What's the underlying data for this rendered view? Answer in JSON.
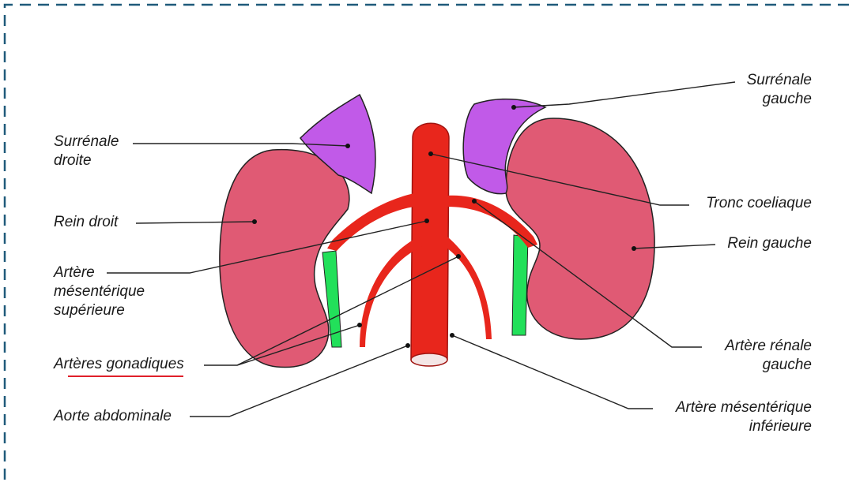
{
  "labels": {
    "surrenale_droite": [
      "Surrénale",
      "droite"
    ],
    "rein_droit": "Rein droit",
    "artere_mesenterique_superieure": [
      "Artère",
      "mésentérique",
      "supérieure"
    ],
    "arteres_gonadiques": "Artères gonadiques",
    "aorte_abdominale": "Aorte abdominale",
    "surrenale_gauche": [
      "Surrénale",
      "gauche"
    ],
    "tronc_coeliaque": "Tronc coeliaque",
    "rein_gauche": "Rein gauche",
    "artere_renale_gauche": [
      "Artère rénale",
      "gauche"
    ],
    "artere_mesenterique_inferieure": [
      "Artère mésentérique",
      "inférieure"
    ]
  },
  "colors": {
    "frame": "#1f5a7a",
    "kidney": "#e05a74",
    "adrenal": "#c15ae8",
    "artery": "#e8261c",
    "vein": "#22e05a",
    "leader": "#222222",
    "underline": "#e0202a"
  }
}
